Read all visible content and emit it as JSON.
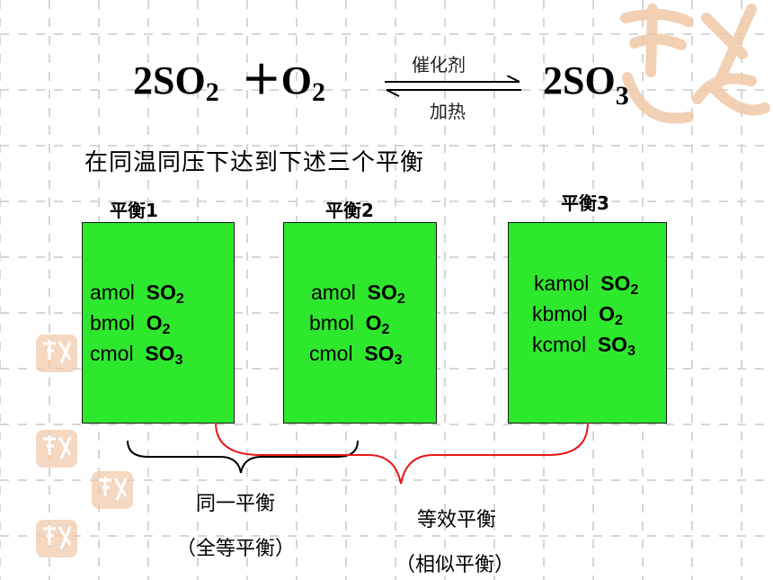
{
  "reaction": {
    "reactant1_coef": "2SO",
    "reactant1_sub": "2",
    "plus": "＋O",
    "reactant2_sub": "2",
    "product_coef": "2SO",
    "product_sub": "3",
    "catalyst": "催化剂",
    "heat": "加热"
  },
  "subtitle": "在同温同压下达到下述三个平衡",
  "equilibria": [
    {
      "label": "平衡1",
      "lines": [
        {
          "amount": "amol",
          "species": "SO",
          "sub": "2"
        },
        {
          "amount": "bmol",
          "species": "O",
          "sub": "2"
        },
        {
          "amount": "cmol",
          "species": "SO",
          "sub": "3"
        }
      ]
    },
    {
      "label": "平衡2",
      "lines": [
        {
          "amount": "amol",
          "species": "SO",
          "sub": "2"
        },
        {
          "amount": "bmol",
          "species": "O",
          "sub": "2"
        },
        {
          "amount": "cmol",
          "species": "SO",
          "sub": "3"
        }
      ]
    },
    {
      "label": "平衡3",
      "lines": [
        {
          "amount": "kamol",
          "species": "SO",
          "sub": "2"
        },
        {
          "amount": "kbmol",
          "species": "O",
          "sub": "2"
        },
        {
          "amount": "kcmol",
          "species": "SO",
          "sub": "3"
        }
      ]
    }
  ],
  "captions": {
    "identical": "同一平衡",
    "identical_note": "（全等平衡）",
    "equivalent": "等效平衡",
    "equivalent_note": "（相似平衡）"
  },
  "colors": {
    "box_fill": "#2ee82e",
    "brace_black": "#000000",
    "brace_red": "#e81818",
    "seal": "#f0c8a8"
  }
}
